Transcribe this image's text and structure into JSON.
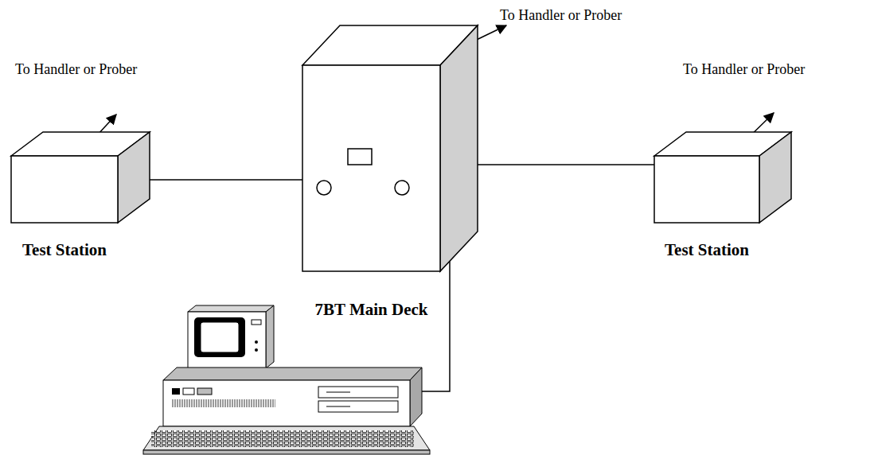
{
  "diagram": {
    "nodes": [
      {
        "text": [
          "Test Station"
        ]
      },
      {
        "text": [
          "7BT Main Deck"
        ]
      },
      {
        "text": [
          "Test Station"
        ]
      }
    ],
    "edges": [
      {
        "from": 0,
        "to": 1,
        "arrow": "none"
      },
      {
        "from": 1,
        "to": 2,
        "arrow": "none"
      }
    ],
    "labels": [
      "To Handler or Prober",
      "To Handler or Prober",
      "To Handler or Prober"
    ]
  }
}
